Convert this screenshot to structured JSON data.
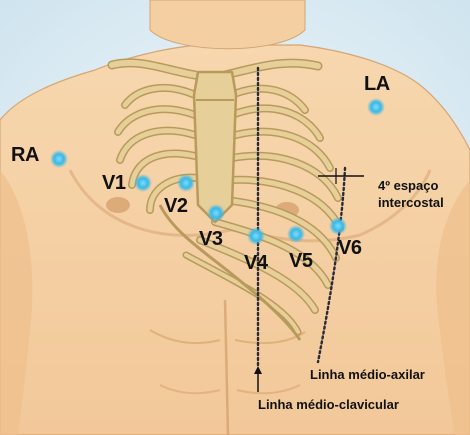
{
  "labels": {
    "ra": "RA",
    "la": "LA",
    "v1": "V1",
    "v2": "V2",
    "v3": "V3",
    "v4": "V4",
    "v5": "V5",
    "v6": "V6",
    "intercostal_line1": "4º espaço",
    "intercostal_line2": "intercostal",
    "mid_axillary": "Linha médio-axilar",
    "mid_clavicular": "Linha médio-clavicular"
  },
  "colors": {
    "skin": "#f6d3a8",
    "skin_shadow": "#e8b27f",
    "background": "#dcecf4",
    "rib": "#e7cf9a",
    "rib_outline": "#b89a5c",
    "electrode": "#39b8e6",
    "text": "#111111"
  }
}
